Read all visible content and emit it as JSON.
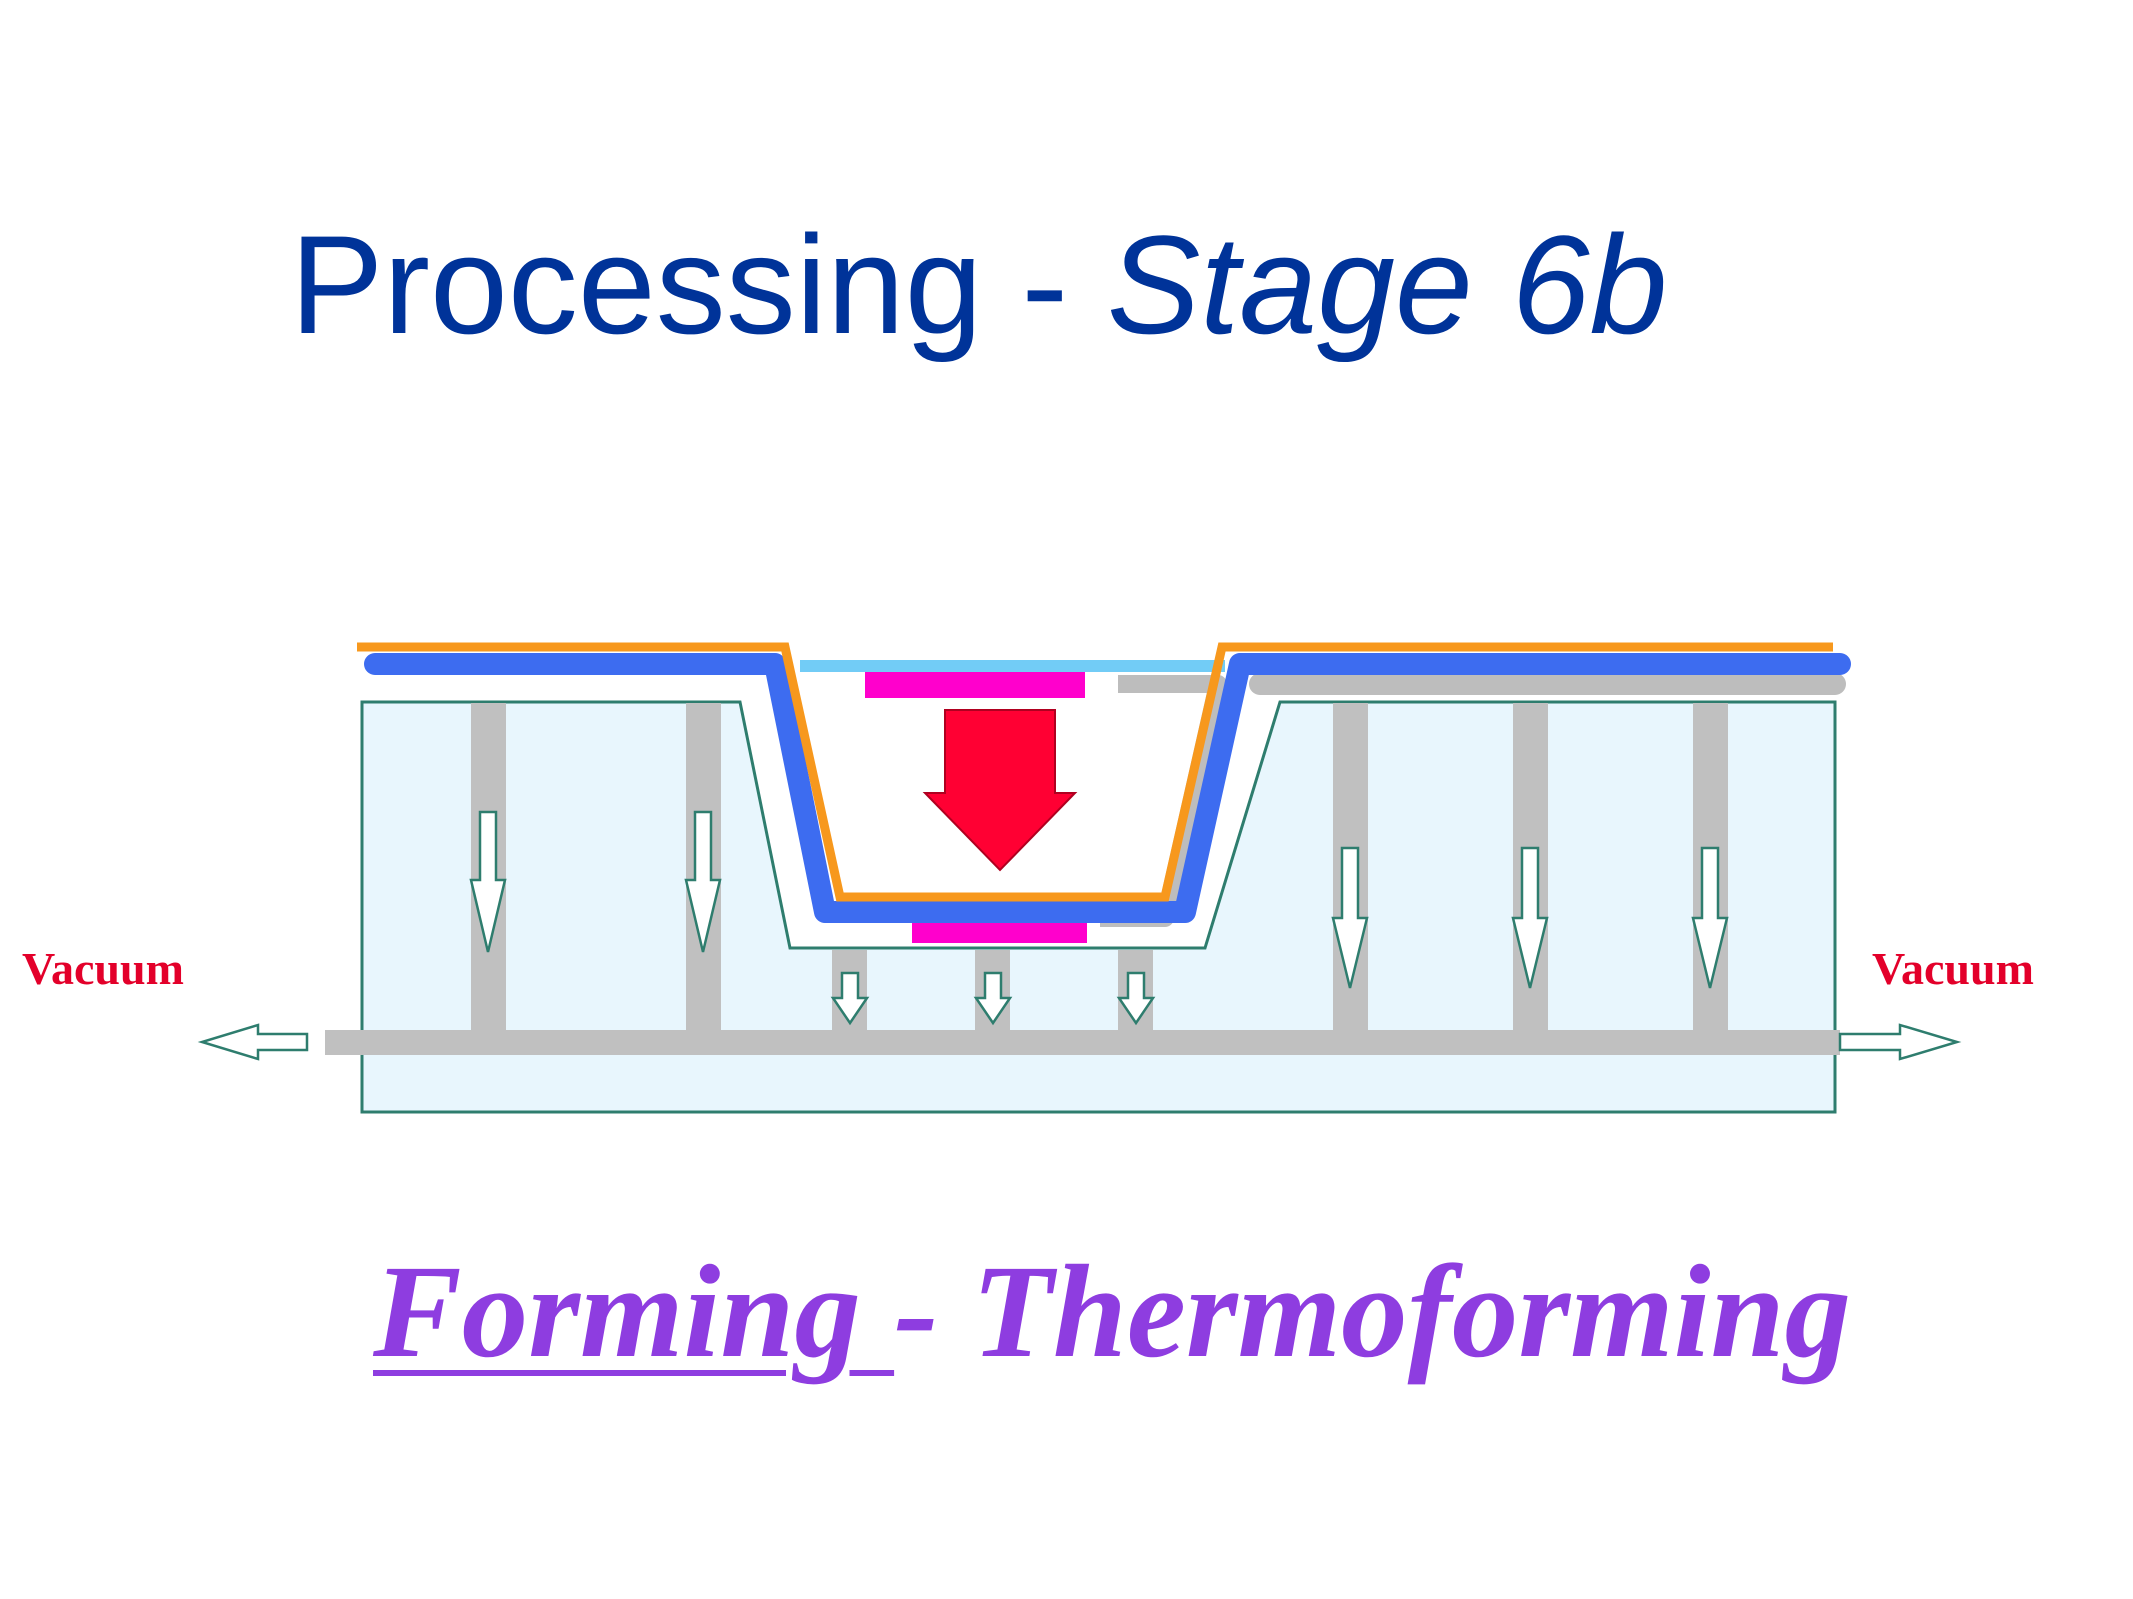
{
  "title": {
    "main": "Processing - ",
    "stage": "Stage 6b"
  },
  "subtitle": {
    "part1": "Forming ",
    "part2": "- Thermoforming"
  },
  "labels": {
    "vacuum_left": "Vacuum",
    "vacuum_right": "Vacuum"
  },
  "colors": {
    "title": "#003399",
    "subtitle": "#8e3de0",
    "vacuum_label": "#e3002a",
    "film_orange": "#f7981d",
    "film_blue": "#3d6cf0",
    "film_light_blue": "#72ccf6",
    "film_gray": "#bdbdbd",
    "mould_fill": "#e8f6fd",
    "mould_outline": "#2e7d6e",
    "channel_gray": "#c0c0c0",
    "magenta": "#ff00cc",
    "press_arrow": "#ff0033"
  }
}
